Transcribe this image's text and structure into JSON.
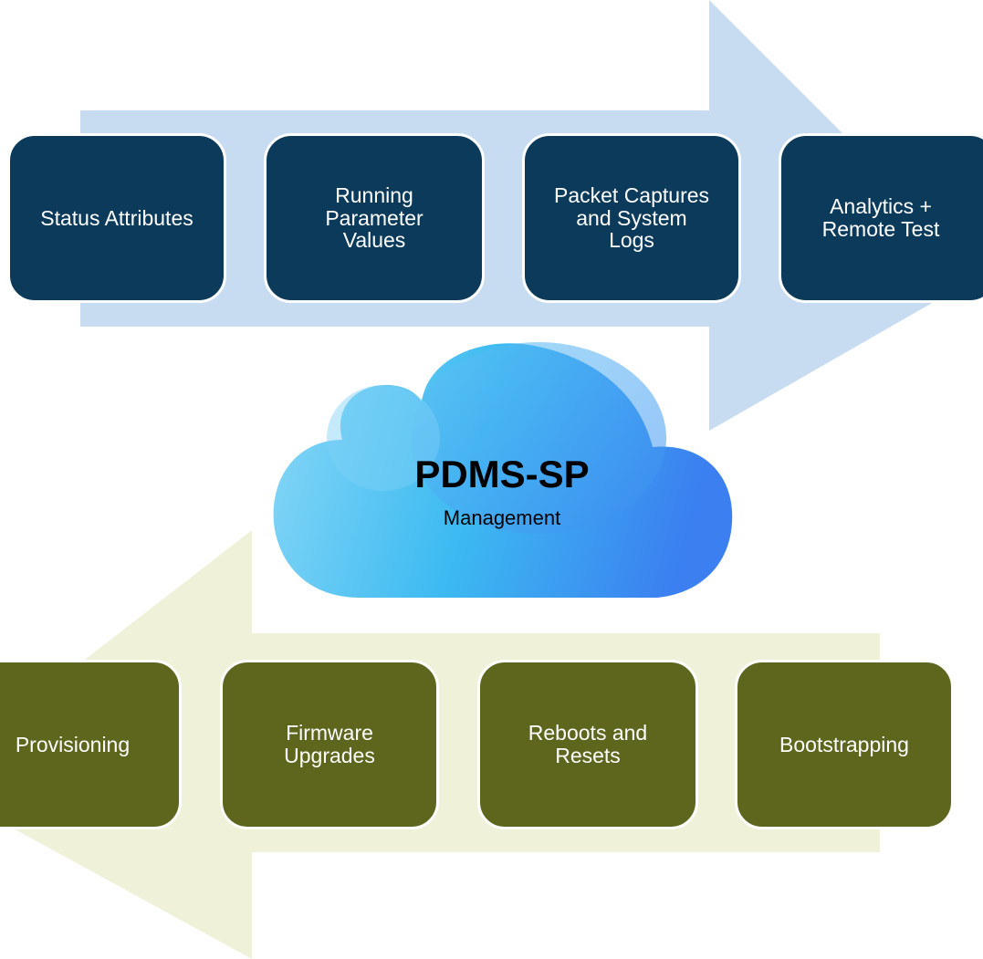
{
  "colors": {
    "top_arrow": "#c7dcf0",
    "bottom_arrow": "#eff2d9",
    "top_box": "#0b3a5b",
    "bottom_box": "#5e661e",
    "cloud_light": "#7dd3f5",
    "cloud_mid": "#3eb6ef",
    "cloud_dark": "#3b82f0"
  },
  "top_row": {
    "direction": "right",
    "items": [
      {
        "label": "Status Attributes"
      },
      {
        "label": "Running\nParameter\nValues"
      },
      {
        "label": "Packet Captures\nand System\nLogs"
      },
      {
        "label": "Analytics +\nRemote Test"
      }
    ]
  },
  "cloud": {
    "title": "PDMS-SP",
    "subtitle": "Management"
  },
  "bottom_row": {
    "direction": "left",
    "items": [
      {
        "label": "Provisioning"
      },
      {
        "label": "Firmware\nUpgrades"
      },
      {
        "label": "Reboots and\nResets"
      },
      {
        "label": "Bootstrapping"
      }
    ]
  }
}
